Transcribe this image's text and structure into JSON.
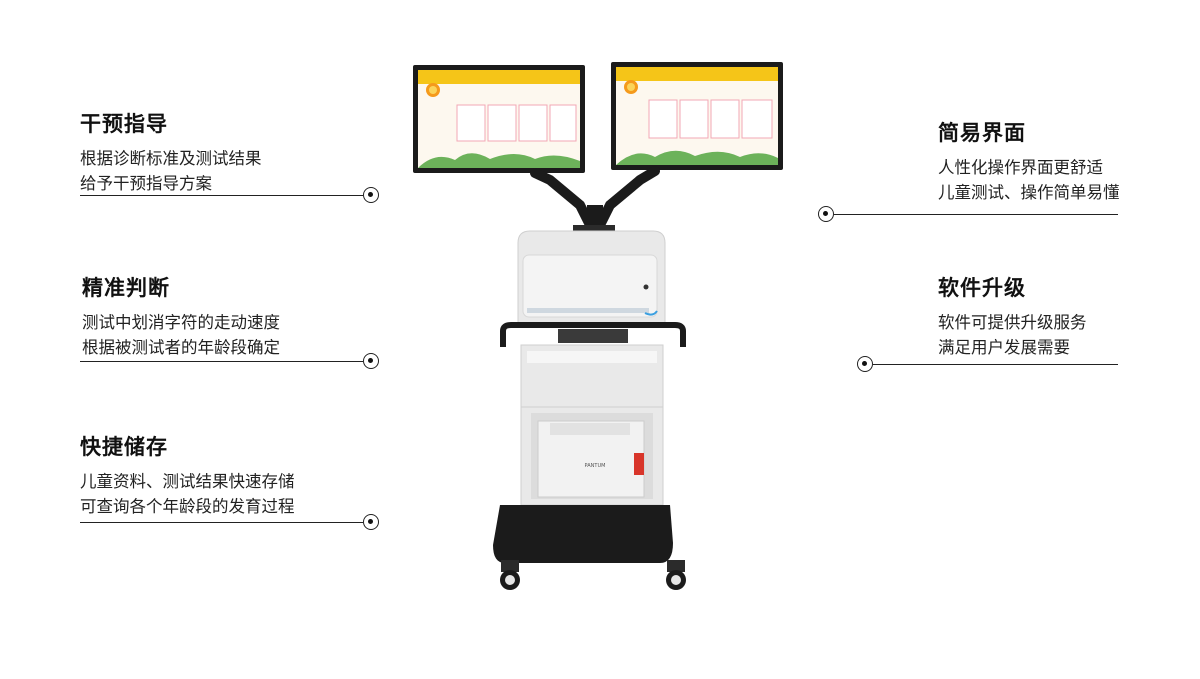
{
  "features": [
    {
      "id": "intervention",
      "title": "干预指导",
      "lines": [
        "根据诊断标准及测试结果",
        "给予干预指导方案"
      ]
    },
    {
      "id": "precise",
      "title": "精准判断",
      "lines": [
        "测试中划消字符的走动速度",
        "根据被测试者的年龄段确定"
      ]
    },
    {
      "id": "storage",
      "title": "快捷储存",
      "lines": [
        "儿童资料、测试结果快速存储",
        "可查询各个年龄段的发育过程"
      ]
    },
    {
      "id": "interface",
      "title": "简易界面",
      "lines": [
        "人性化操作界面更舒适",
        "儿童测试、操作简单易懂"
      ]
    },
    {
      "id": "upgrade",
      "title": "软件升级",
      "lines": [
        "软件可提供升级服务",
        "满足用户发展需要"
      ]
    }
  ],
  "device": {
    "name": "attention-test-workstation",
    "printer_brand": "PANTUM",
    "colors": {
      "body": "#e9e9e9",
      "frame": "#1b1b1b",
      "screen_header": "#f5c518",
      "screen_grass": "#6cb25a"
    }
  }
}
